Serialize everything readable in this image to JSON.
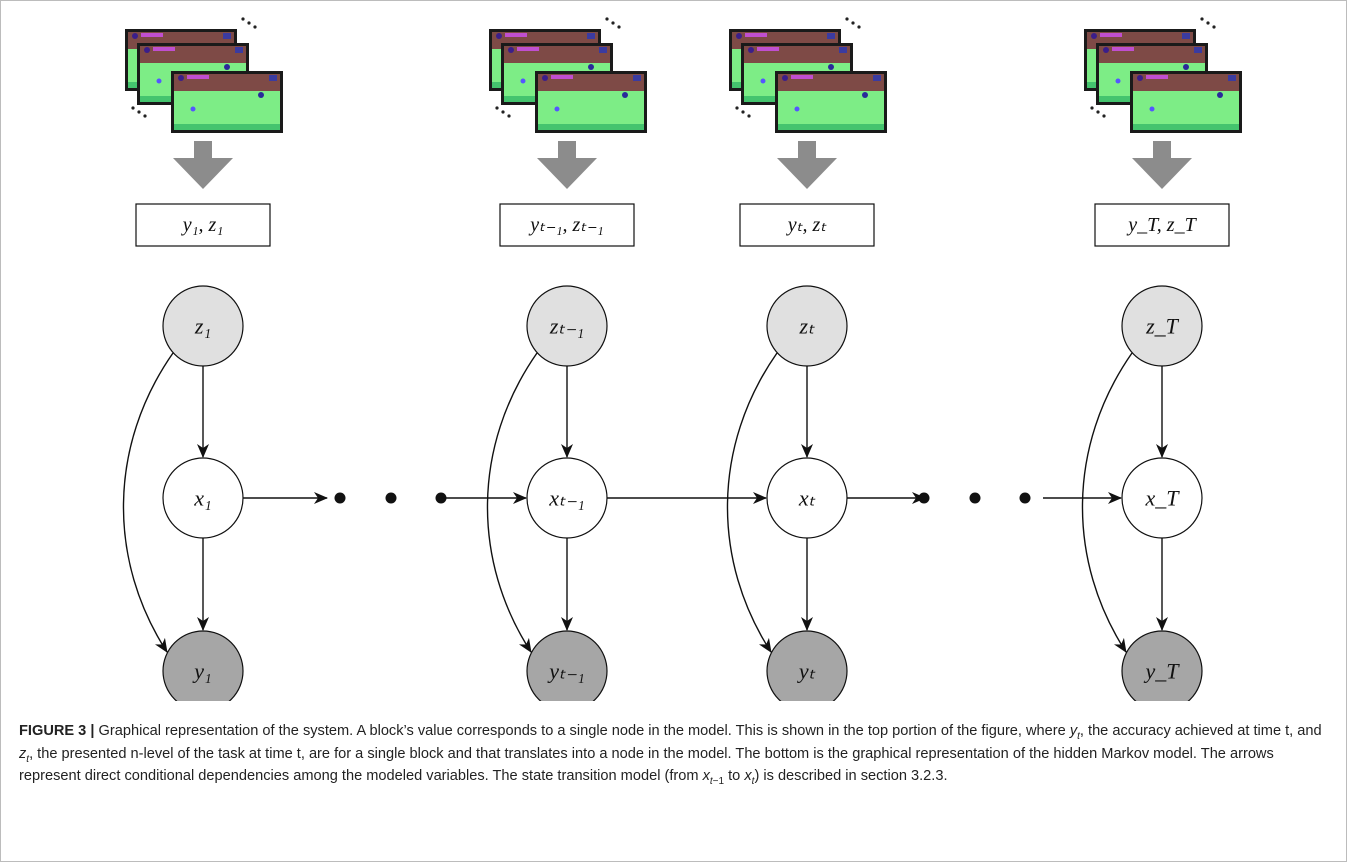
{
  "figure": {
    "colors": {
      "obs_fill": "#a6a6a6",
      "cond_fill": "#e0e0e0",
      "hidden_fill": "#ffffff",
      "stroke": "#111111",
      "arrow_block": "#8c8c8c",
      "game_bg": "#7ded86",
      "game_top": "#7e4a46",
      "game_ground": "#44c46e"
    },
    "icons": [
      "game-screenshot-stack-icon",
      "down-arrow-icon",
      "ellipsis-icon"
    ],
    "columns": [
      {
        "block_label": "y₁, z₁",
        "z": "z₁",
        "x": "x₁",
        "y": "y₁"
      },
      {
        "block_label": "yₜ₋₁, zₜ₋₁",
        "z": "zₜ₋₁",
        "x": "xₜ₋₁",
        "y": "yₜ₋₁"
      },
      {
        "block_label": "yₜ, zₜ",
        "z": "zₜ",
        "x": "xₜ",
        "y": "yₜ"
      },
      {
        "block_label": "y_T, z_T",
        "z": "z_T",
        "x": "x_T",
        "y": "y_T"
      }
    ]
  },
  "caption": {
    "label": "FIGURE 3 |",
    "text": "Graphical representation of the system. A block's value corresponds to a single node in the model. This is shown in the top portion of the figure, where yₜ, the accuracy achieved at time t, and zₜ, the presented n-level of the task at time t, are for a single block and that translates into a node in the model. The bottom is the graphical representation of the hidden Markov model. The arrows represent direct conditional dependencies among the modeled variables. The state transition model (from xₜ₋₁ to xₜ) is described in section 3.2.3."
  }
}
